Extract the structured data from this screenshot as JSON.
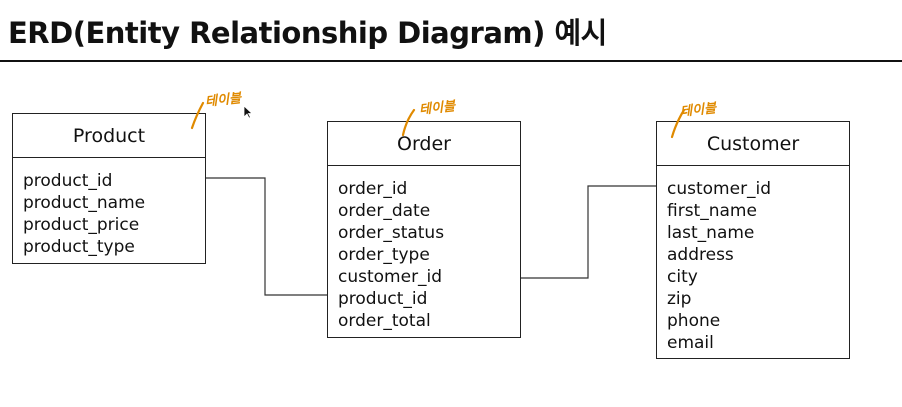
{
  "title": "ERD(Entity Relationship Diagram) 예시",
  "entities": [
    {
      "name": "Product",
      "fields": [
        "product_id",
        "product_name",
        "product_price",
        "product_type"
      ]
    },
    {
      "name": "Order",
      "fields": [
        "order_id",
        "order_date",
        "order_status",
        "order_type",
        "customer_id",
        "product_id",
        "order_total"
      ]
    },
    {
      "name": "Customer",
      "fields": [
        "customer_id",
        "first_name",
        "last_name",
        "address",
        "city",
        "zip",
        "phone",
        "email"
      ]
    }
  ],
  "annotations": [
    "테이블",
    "테이블",
    "테이블"
  ],
  "colors": {
    "annotation": "#e08a00",
    "line": "#333333"
  },
  "icons": [
    "cursor-icon"
  ]
}
